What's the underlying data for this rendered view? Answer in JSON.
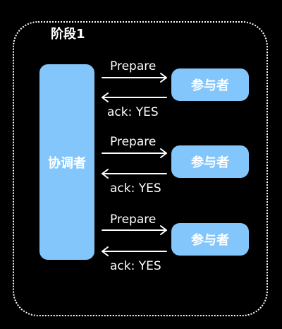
{
  "stage": {
    "title": "阶段1"
  },
  "coordinator": {
    "label": "协调者"
  },
  "exchanges": [
    {
      "request": "Prepare",
      "response": "ack: YES",
      "participant": "参与者"
    },
    {
      "request": "Prepare",
      "response": "ack: YES",
      "participant": "参与者"
    },
    {
      "request": "Prepare",
      "response": "ack: YES",
      "participant": "参与者"
    }
  ],
  "colors": {
    "background": "#000000",
    "box_fill": "#83c6fb",
    "text": "#ffffff",
    "arrow": "#ffffff"
  }
}
